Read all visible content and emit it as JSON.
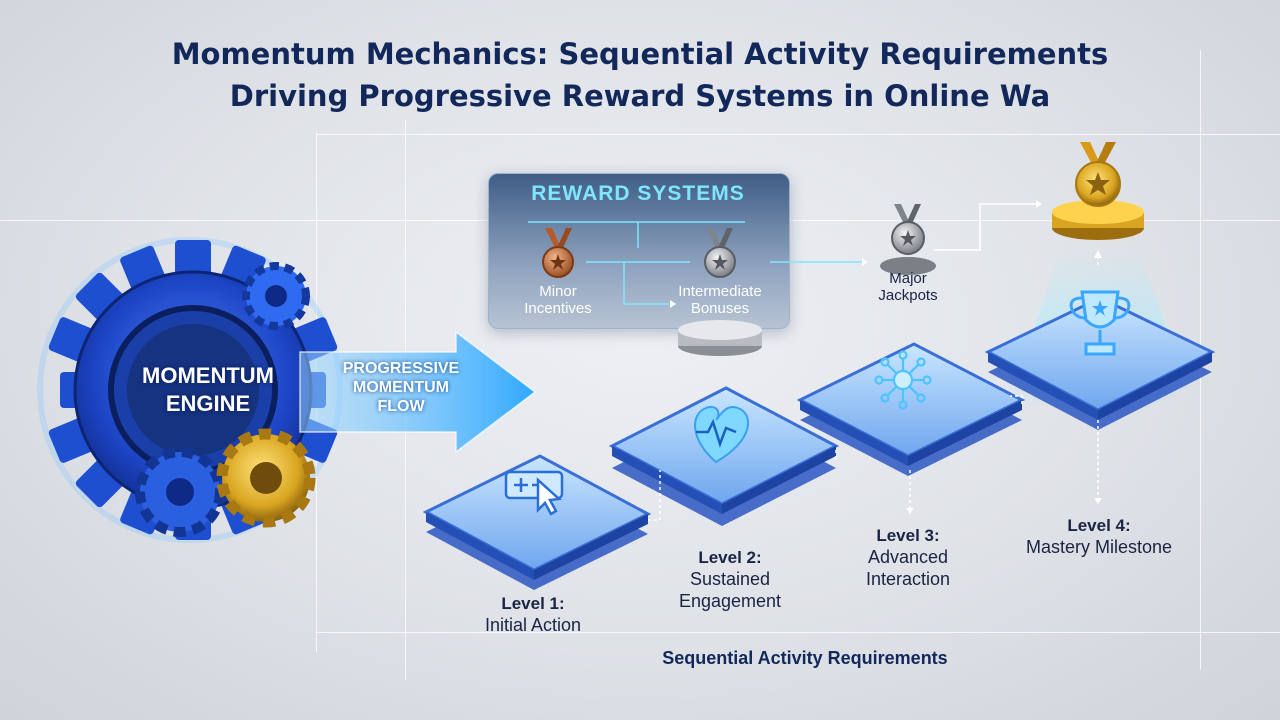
{
  "title": {
    "line1": "Momentum Mechanics: Sequential Activity Requirements",
    "line2": "Driving Progressive Reward Systems in Online Wa"
  },
  "engine": {
    "label_line1": "MOMENTUM",
    "label_line2": "ENGINE"
  },
  "flow": {
    "line1": "PROGRESSIVE",
    "line2": "MOMENTUM",
    "line3": "FLOW"
  },
  "reward_systems": {
    "title": "REWARD SYSTEMS",
    "tiers": [
      {
        "line1": "Minor",
        "line2": "Incentives",
        "medal": "bronze-medal-icon"
      },
      {
        "line1": "Intermediate",
        "line2": "Bonuses",
        "medal": "silver-medal-icon"
      },
      {
        "line1": "Major",
        "line2": "Jackpots",
        "medal": "silver-medal-icon"
      },
      {
        "medal": "gold-medal-icon"
      }
    ]
  },
  "levels": [
    {
      "heading": "Level 1:",
      "line1": "Initial Action",
      "icon": "cursor-plus-icon"
    },
    {
      "heading": "Level 2:",
      "line1": "Sustained",
      "line2": "Engagement",
      "icon": "heartbeat-icon"
    },
    {
      "heading": "Level 3:",
      "line1": "Advanced",
      "line2": "Interaction",
      "icon": "network-icon"
    },
    {
      "heading": "Level 4:",
      "line1": "Mastery Milestone",
      "icon": "trophy-icon"
    }
  ],
  "footer": "Sequential Activity Requirements",
  "colors": {
    "title": "#12285a",
    "accent_cyan": "#7fe6ff",
    "gear_blue": "#1f4fd1",
    "gear_gold": "#d9a520",
    "platform": "#3b6fd6"
  }
}
